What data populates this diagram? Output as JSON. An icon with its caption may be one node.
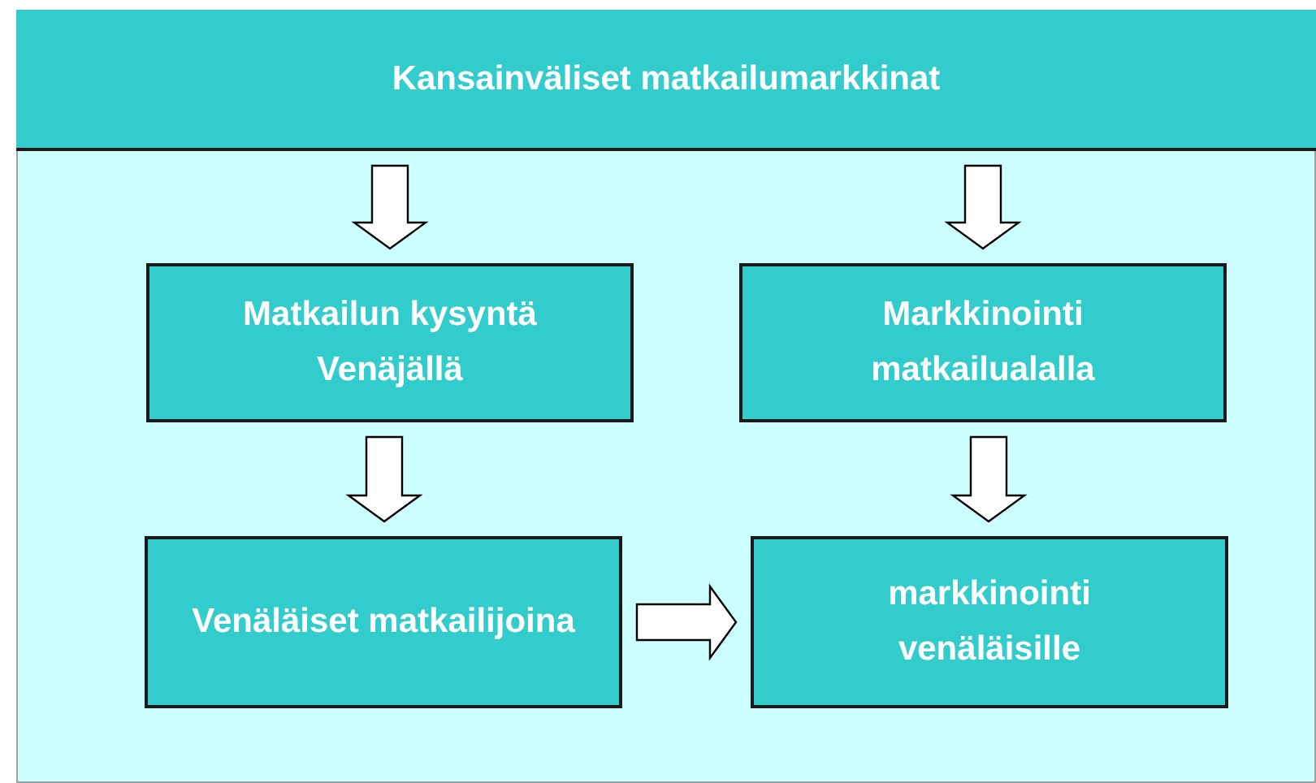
{
  "diagram": {
    "nodes": [
      {
        "text": [
          "Kansainväliset matkailumarkkinat"
        ]
      },
      {
        "text": [
          "Matkailun kysyntä Venäjällä"
        ]
      },
      {
        "text": [
          "Markkinointi matkailualalla"
        ]
      },
      {
        "text": [
          "Venäläiset matkailijoina"
        ]
      },
      {
        "text": [
          "markkinointi venäläisille"
        ]
      }
    ],
    "edges": [
      {
        "from": 0,
        "to": 1,
        "arrow": "to"
      },
      {
        "from": 0,
        "to": 2,
        "arrow": "to"
      },
      {
        "from": 1,
        "to": 3,
        "arrow": "to"
      },
      {
        "from": 2,
        "to": 4,
        "arrow": "to"
      },
      {
        "from": 3,
        "to": 4,
        "arrow": "to"
      }
    ]
  }
}
